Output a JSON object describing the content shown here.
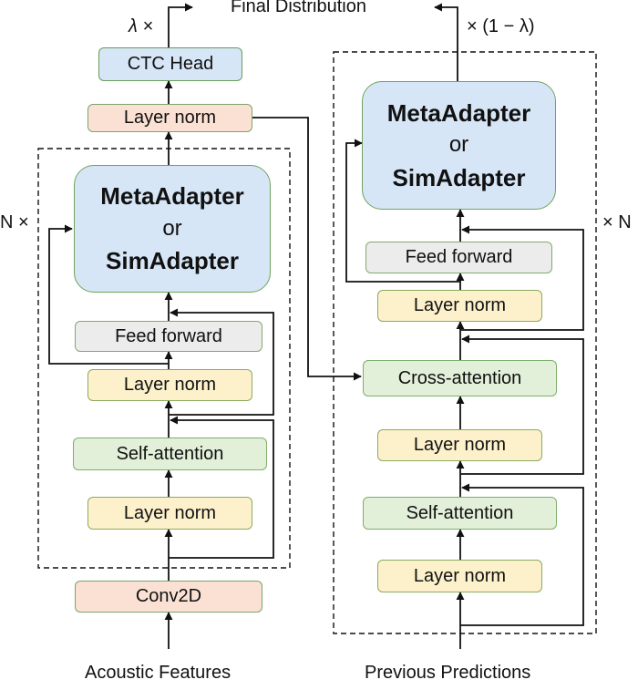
{
  "top": {
    "final_distribution": "Final Distribution",
    "lambda_left": "λ ×",
    "lambda_right": "× (1 − λ)"
  },
  "encoder": {
    "repeat": "N ×",
    "ctc_head": "CTC Head",
    "layer_norm_top": "Layer norm",
    "adapter_line1": "MetaAdapter",
    "adapter_line2": "or",
    "adapter_line3": "SimAdapter",
    "feed_forward": "Feed forward",
    "layer_norm_ff": "Layer norm",
    "self_attention": "Self-attention",
    "layer_norm_attn": "Layer norm",
    "conv2d": "Conv2D",
    "input_label": "Acoustic Features"
  },
  "decoder": {
    "repeat": "× N",
    "adapter_line1": "MetaAdapter",
    "adapter_line2": "or",
    "adapter_line3": "SimAdapter",
    "feed_forward": "Feed forward",
    "layer_norm_ff": "Layer norm",
    "cross_attention": "Cross-attention",
    "layer_norm_cross": "Layer norm",
    "self_attention": "Self-attention",
    "layer_norm_self": "Layer norm",
    "input_label": "Previous Predictions"
  }
}
